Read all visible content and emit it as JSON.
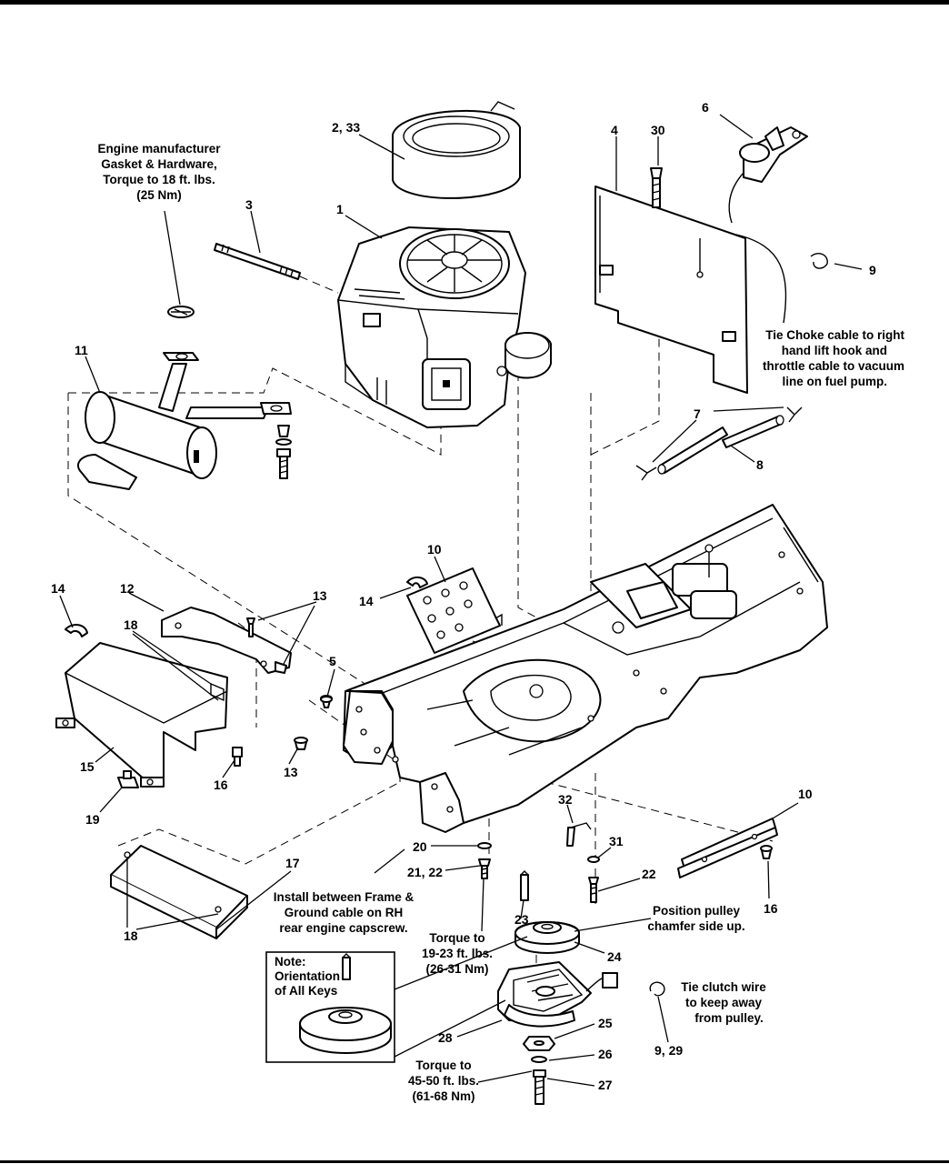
{
  "part_labels": [
    "1",
    "2, 33",
    "3",
    "4",
    "30",
    "6",
    "9",
    "11",
    "7",
    "8",
    "10",
    "14",
    "12",
    "13",
    "18",
    "5",
    "15",
    "16",
    "19",
    "17",
    "20",
    "21, 22",
    "32",
    "31",
    "22",
    "10",
    "16",
    "23",
    "24",
    "25",
    "26",
    "27",
    "28",
    "9, 29"
  ],
  "notes": {
    "engine_gasket": [
      "Engine manufacturer",
      "Gasket & Hardware,",
      "Torque to 18 ft. lbs.",
      "(25 Nm)"
    ],
    "choke_cable": [
      "Tie Choke cable to right",
      "hand lift hook and",
      "throttle cable to vacuum",
      "line on fuel pump."
    ],
    "ground_cable": [
      "Install between Frame &",
      "Ground cable on RH",
      "rear engine capscrew."
    ],
    "torque_19_23": [
      "Torque to",
      "19-23 ft. lbs.",
      "(26-31 Nm)"
    ],
    "pulley_chamfer": [
      "Position pulley",
      "chamfer side up."
    ],
    "clutch_wire": [
      "Tie clutch wire",
      "to keep away",
      "from pulley."
    ],
    "torque_45_50": [
      "Torque to",
      "45-50 ft. lbs.",
      "(61-68 Nm)"
    ],
    "inset_note": [
      "Note:",
      "Orientation",
      "of All Keys"
    ]
  },
  "icons": [
    "engine",
    "air-cleaner-cover",
    "stud",
    "heat-shield",
    "choke-control",
    "muffler",
    "tube",
    "pulley",
    "electric-clutch",
    "frame"
  ]
}
